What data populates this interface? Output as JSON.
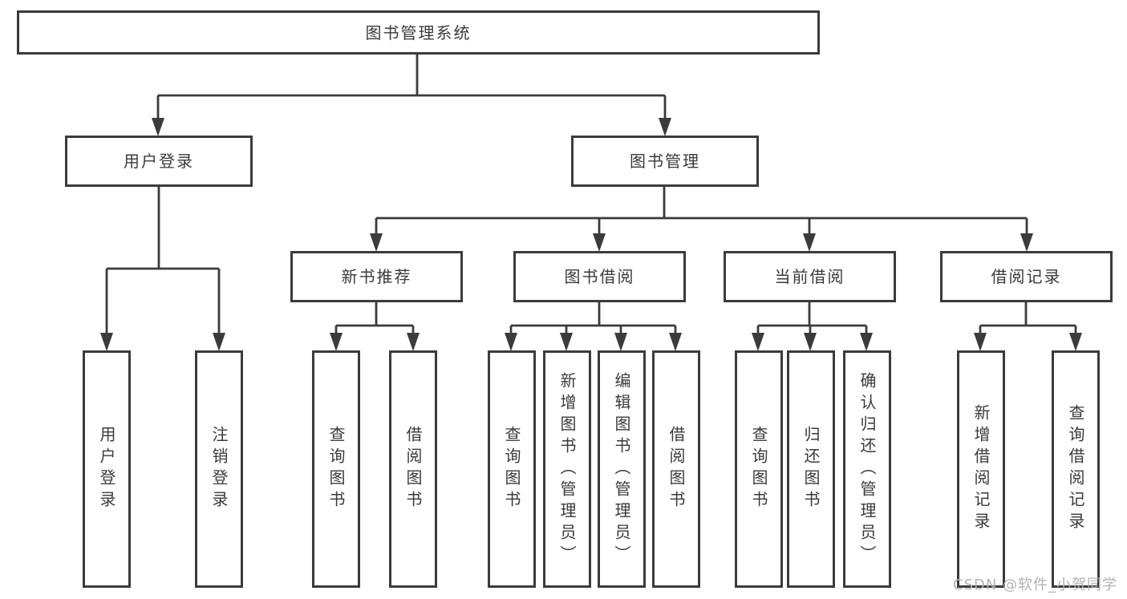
{
  "diagram_type": "function-structure-tree",
  "colors": {
    "line": "#3b3b3b",
    "border": "#3b3b3b",
    "text": "#3a3a3a",
    "background": "#ffffff",
    "watermark_text_color": "#b2b2b2"
  },
  "watermark": "CSDN @软件_小贺同学",
  "tree": {
    "label": "图书管理系统",
    "children": [
      {
        "label": "用户登录",
        "children": [
          {
            "label": "用户登录"
          },
          {
            "label": "注销登录"
          }
        ]
      },
      {
        "label": "图书管理",
        "children": [
          {
            "label": "新书推荐",
            "children": [
              {
                "label": "查询图书"
              },
              {
                "label": "借阅图书"
              }
            ]
          },
          {
            "label": "图书借阅",
            "children": [
              {
                "label": "查询图书"
              },
              {
                "label": "新增图书（管理员）"
              },
              {
                "label": "编辑图书（管理员）"
              },
              {
                "label": "借阅图书"
              }
            ]
          },
          {
            "label": "当前借阅",
            "children": [
              {
                "label": "查询图书"
              },
              {
                "label": "归还图书"
              },
              {
                "label": "确认归还（管理员）"
              }
            ]
          },
          {
            "label": "借阅记录",
            "children": [
              {
                "label": "新增借阅记录"
              },
              {
                "label": "查询借阅记录"
              }
            ]
          }
        ]
      }
    ]
  }
}
